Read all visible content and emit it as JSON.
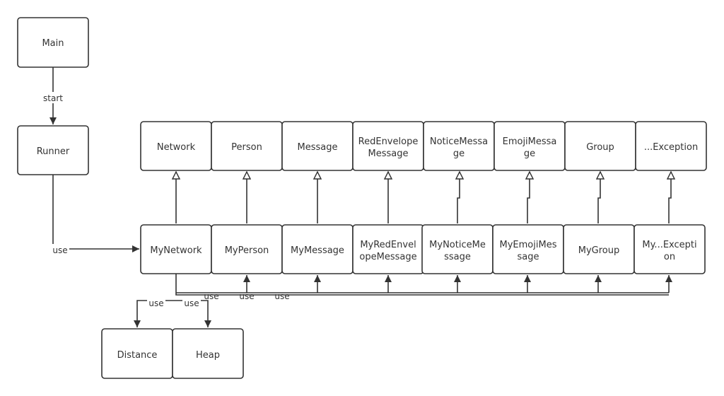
{
  "nodes": {
    "main": "Main",
    "runner": "Runner",
    "network": "Network",
    "person": "Person",
    "message": "Message",
    "redenvelope_message": [
      "RedEnvelope",
      "Message"
    ],
    "notice_message": [
      "NoticeMessa",
      "ge"
    ],
    "emoji_message": [
      "EmojiMessa",
      "ge"
    ],
    "group": "Group",
    "exception": "...Exception",
    "mynetwork": "MyNetwork",
    "myperson": "MyPerson",
    "mymessage": "MyMessage",
    "myredenvelope_message": [
      "MyRedEnvel",
      "opeMessage"
    ],
    "mynotice_message": [
      "MyNoticeMe",
      "ssage"
    ],
    "myemoji_message": [
      "MyEmojiMes",
      "sage"
    ],
    "mygroup": "MyGroup",
    "myexception": [
      "My...Excepti",
      "on"
    ],
    "distance": "Distance",
    "heap": "Heap"
  },
  "edge_labels": {
    "start": "start",
    "runner_use": "use",
    "distance_use": "use",
    "heap_use": "use",
    "person_use": "use",
    "message_use": "use",
    "redenvelope_use": "use"
  },
  "colors": {
    "stroke": "#333333",
    "fill": "#ffffff",
    "text": "#333333"
  }
}
